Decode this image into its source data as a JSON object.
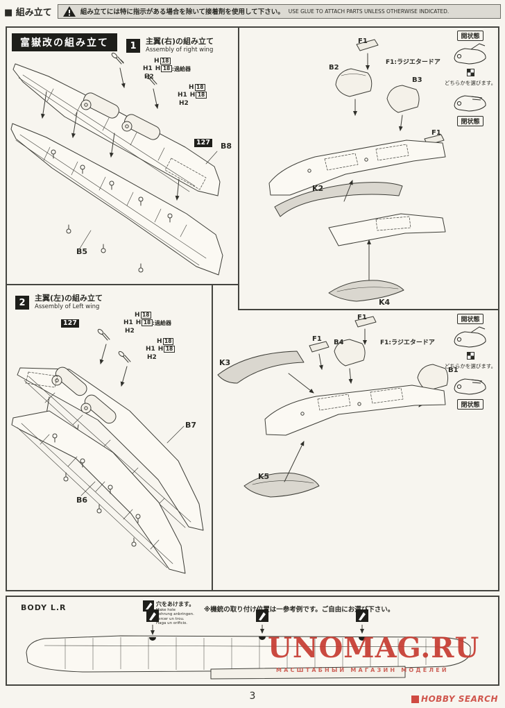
{
  "colors": {
    "paper": "#f7f5ef",
    "ink": "#2b2b26",
    "shade_gray": "#dad7cf",
    "watermark_red": "#c63b31",
    "header_bar_bg": "#dcdad3"
  },
  "header": {
    "section_label": "■ 組み立て",
    "warning_jp": "組み立てには特に指示がある場合を除いて接着剤を使用して下さい。",
    "warning_en": "USE GLUE TO ATTACH PARTS UNLESS OTHERWISE INDICATED."
  },
  "kit_title": "富嶽改の組み立て",
  "common": {
    "h_prefix": "H",
    "screw_ref": "18",
    "h1": "H1",
    "h2": "H2",
    "supercharger_note": ":過給器",
    "color_callout": "127",
    "f1": "F1",
    "radiator_door_note": "F1:ラジエタードア",
    "state_open": "開状態",
    "state_closed": "閉状態",
    "choose_either": "どちらかを選びます。"
  },
  "step1": {
    "number": "1",
    "title_jp": "主翼(右)の組み立て",
    "title_en": "Assembly of right wing",
    "parts": {
      "b8": "B8",
      "b5": "B5",
      "b2": "B2",
      "b3": "B3",
      "k2": "K2",
      "k4": "K4"
    }
  },
  "step2": {
    "number": "2",
    "title_jp": "主翼(左)の組み立て",
    "title_en": "Assembly of Left wing",
    "parts": {
      "b7": "B7",
      "b6": "B6",
      "b4": "B4",
      "b1": "B1",
      "k3": "K3",
      "k5": "K5"
    }
  },
  "body_section": {
    "label": "BODY L.R",
    "hole_jp": "穴をあけます。",
    "hole_en": "Make hole",
    "hole_de": "Bohrung anbringen.",
    "hole_fr": "Percer un trou.",
    "hole_es": "Haga un orificio.",
    "gun_note": "※機銃の取り付け位置は一参考例です。ご自由にお選び下さい。"
  },
  "watermark": {
    "title": "UNOMAG.RU",
    "subtitle": "МАСШТАБНЫЙ МАГАЗИН МОДЕЛЕЙ"
  },
  "page_number": "3",
  "footer_brand": "HOBBY SEARCH"
}
